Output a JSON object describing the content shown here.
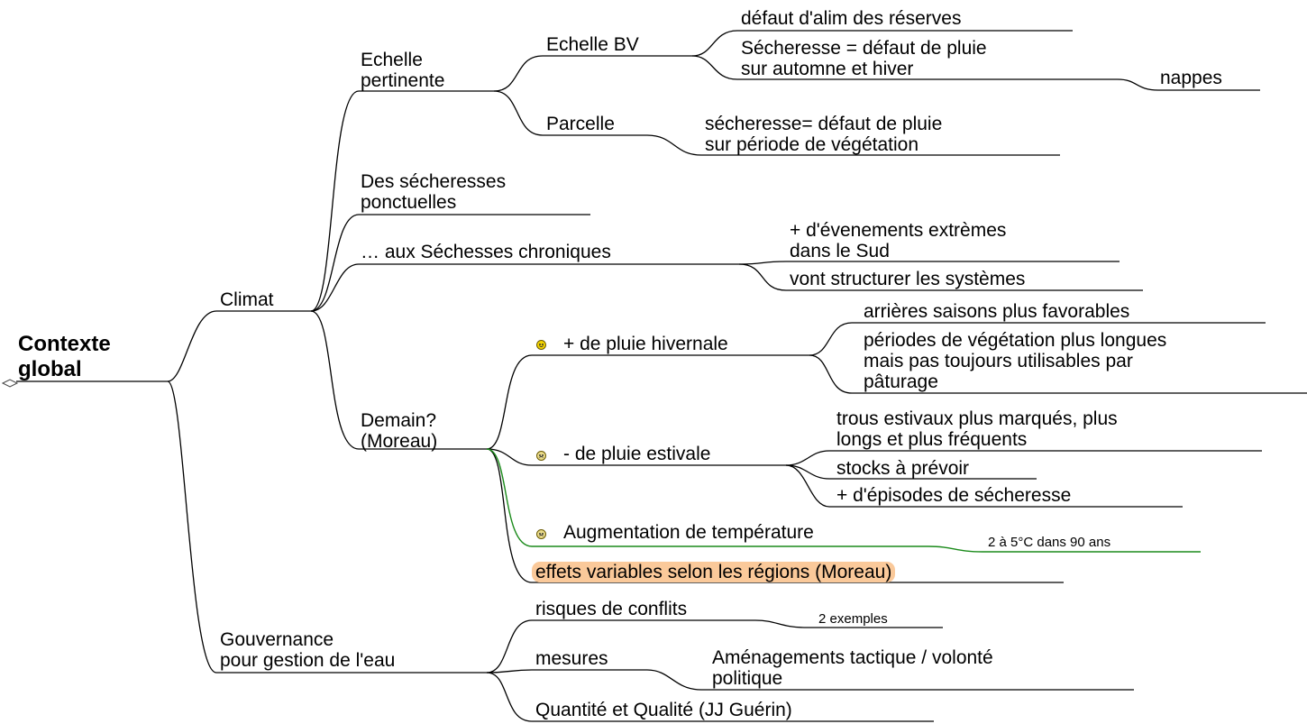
{
  "root": {
    "line1": "Contexte",
    "line2": "global"
  },
  "climat": {
    "label": "Climat",
    "echelle": {
      "line1": "Echelle",
      "line2": "pertinente",
      "bv": {
        "label": "Echelle BV",
        "alim": "défaut d'alim des réserves",
        "sech_line1": "Sécheresse = défaut de pluie",
        "sech_line2": "sur automne et hiver",
        "nappes": "nappes"
      },
      "parcelle": {
        "label": "Parcelle",
        "sech_line1": "sécheresse= défaut de pluie",
        "sech_line2": "sur période de végétation"
      }
    },
    "ponctuelles": {
      "line1": "Des sécheresses",
      "line2": "ponctuelles"
    },
    "chroniques": {
      "label": "… aux Séchesses chroniques",
      "extremes_line1": "+ d'évenements extrèmes",
      "extremes_line2": "dans le Sud",
      "structurer": "vont structurer les systèmes"
    },
    "demain": {
      "line1": "Demain?",
      "line2": "(Moreau)",
      "hivernale": {
        "icon": "smiley-happy-icon",
        "label": "+ de pluie hivernale",
        "arrieres": "arrières saisons  plus favorables",
        "periodes_line1": "périodes de végétation plus longues",
        "periodes_line2": "mais pas toujours utilisables par",
        "periodes_line3": "pâturage"
      },
      "estivale": {
        "icon": "smiley-sad-icon",
        "label": "- de pluie estivale",
        "trous_line1": "trous estivaux plus marqués, plus",
        "trous_line2": "longs et plus fréquents",
        "stocks": "stocks à prévoir",
        "episodes": "+ d'épisodes de sécheresse"
      },
      "temperature": {
        "icon": "smiley-sad-icon",
        "label": "Augmentation de température",
        "note": "2 à 5°C dans 90 ans",
        "branch_color": "#1a8a1a"
      },
      "effets": {
        "label": "effets variables selon les régions (Moreau)",
        "highlight": "#fac99a"
      }
    }
  },
  "gouvernance": {
    "line1": "Gouvernance",
    "line2": "pour gestion de l'eau",
    "conflits": {
      "label": "risques de conflits",
      "note": "2 exemples"
    },
    "mesures": {
      "label": "mesures",
      "amen_line1": "Aménagements tactique / volonté",
      "amen_line2": "politique"
    },
    "quantite": "Quantité et Qualité (JJ Guérin)"
  }
}
